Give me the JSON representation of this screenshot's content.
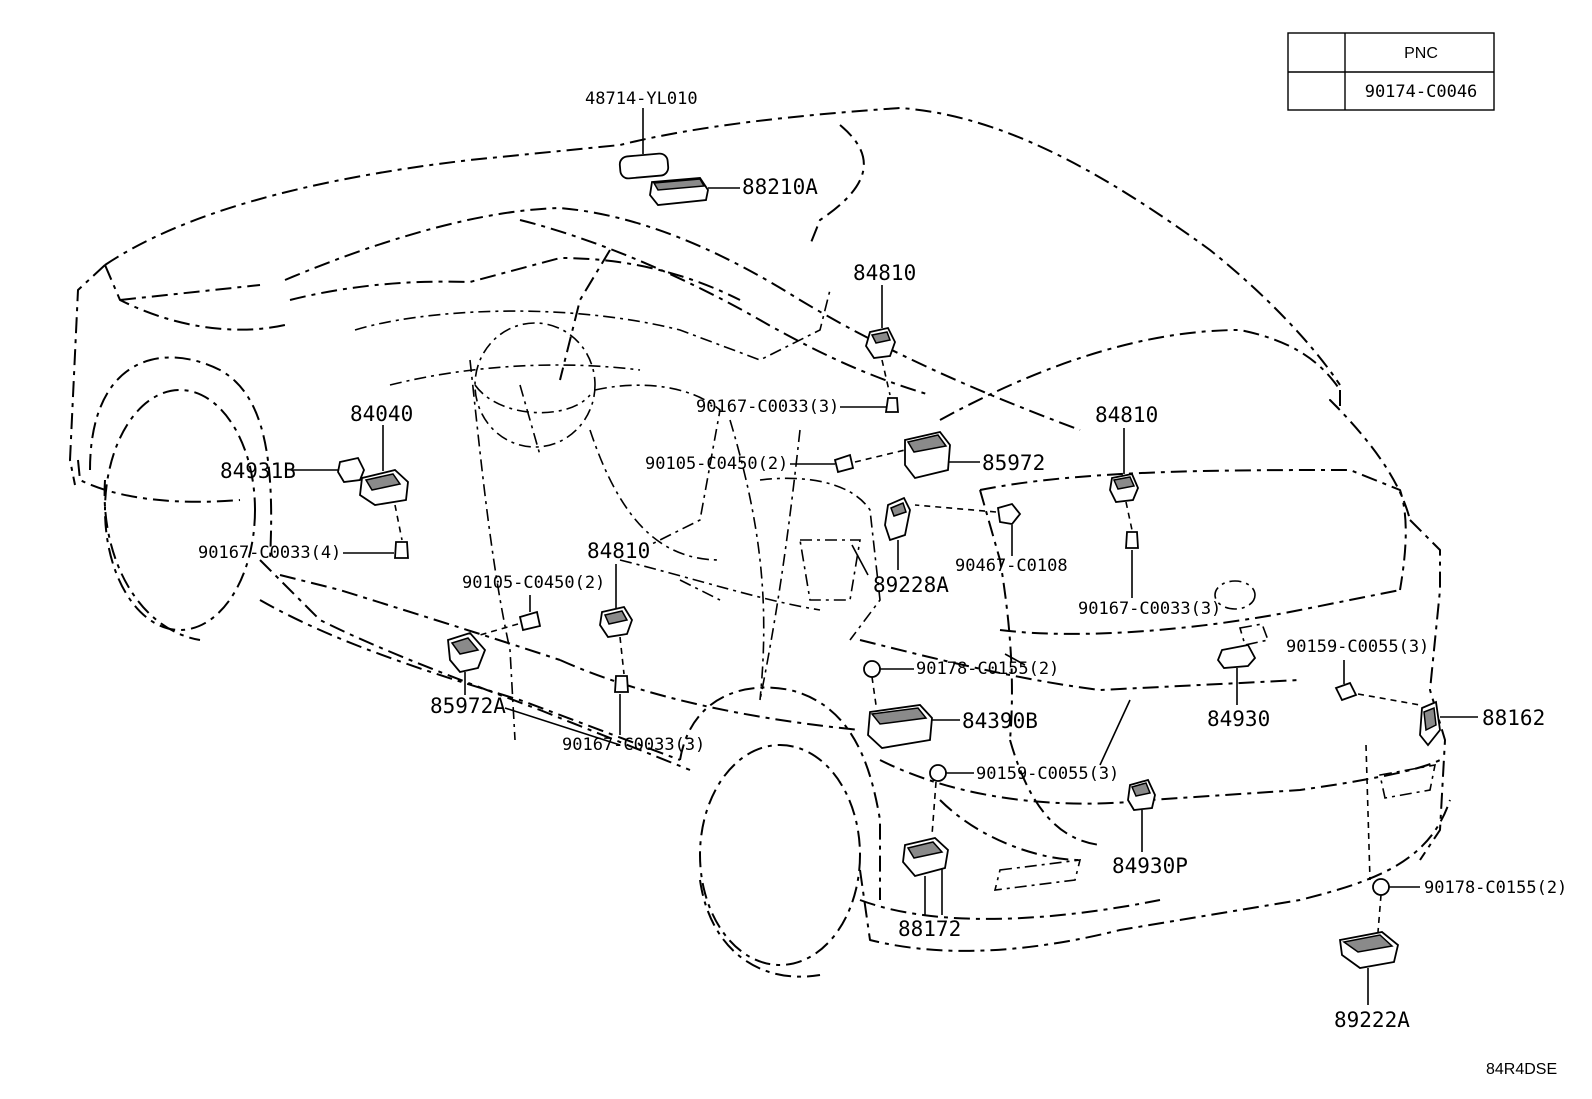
{
  "table": {
    "header": "PNC",
    "value": "90174-C0046"
  },
  "labels": {
    "p48714": "48714-YL010",
    "p88210A": "88210A",
    "p84810_top": "84810",
    "p90167_3_top": "90167-C0033(3)",
    "p84040": "84040",
    "p84931B": "84931B",
    "p90105_2_mid": "90105-C0450(2)",
    "p85972": "85972",
    "p84810_right": "84810",
    "p90467": "90467-C0108",
    "p89228A": "89228A",
    "p90167_4": "90167-C0033(4)",
    "p84810_mid": "84810",
    "p90105_2_low": "90105-C0450(2)",
    "p90167_3_right": "90167-C0033(3)",
    "p90178_mid": "90178-C0155(2)",
    "p90159_right": "90159-C0055(3)",
    "p85972A": "85972A",
    "p84390B": "84390B",
    "p84930": "84930",
    "p88162": "88162",
    "p90167_3_low": "90167-C0033(3)",
    "p90159_low": "90159-C0055(3)",
    "p84930P": "84930P",
    "p90178_low": "90178-C0155(2)",
    "p88172": "88172",
    "p89222A": "89222A"
  },
  "diagram_code": "84R4DSE"
}
